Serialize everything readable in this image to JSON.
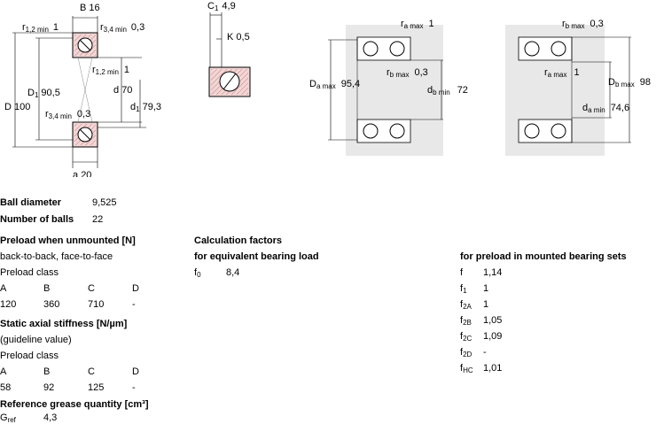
{
  "diagram": {
    "B": "B",
    "B_val": "16",
    "r12": "r",
    "r12_sub": "1,2 min",
    "r12_val": "1",
    "r34": "r",
    "r34_sub": "3,4 min",
    "r34_val": "0,3",
    "r12b_sub": "1,2 min",
    "r12b_val": "1",
    "D": "D",
    "D_val": "100",
    "D1": "D",
    "D1_sub": "1",
    "D1_val": "90,5",
    "d": "d",
    "d_val": "70",
    "d1": "d",
    "d1_sub": "1",
    "d1_val": "79,3",
    "r34b_sub": "3,4 min",
    "r34b_val": "0,3",
    "a": "a",
    "a_val": "20",
    "C1": "C",
    "C1_sub": "1",
    "C1_val": "4,9",
    "K": "K",
    "K_val": "0,5",
    "ra1": "r",
    "ra1_sub": "a max",
    "ra1_val": "1",
    "rb1": "r",
    "rb1_sub": "b max",
    "rb1_val": "0,3",
    "Da": "D",
    "Da_sub": "a max",
    "Da_val": "95,4",
    "db": "d",
    "db_sub": "b min",
    "db_val": "72",
    "rb2": "r",
    "rb2_sub": "b max",
    "rb2_val": "0,3",
    "ra2": "r",
    "ra2_sub": "a max",
    "ra2_val": "1",
    "Db": "D",
    "Db_sub": "b max",
    "Db_val": "98",
    "da": "d",
    "da_sub": "a min",
    "da_val": "74,6"
  },
  "specs": {
    "ball_diameter_label": "Ball diameter",
    "ball_diameter_value": "9,525",
    "number_of_balls_label": "Number of balls",
    "number_of_balls_value": "22",
    "preload_title": "Preload when unmounted [N]",
    "preload_arrangement": "back-to-back, face-to-face",
    "preload_class_label": "Preload class",
    "preload_classes": [
      "A",
      "B",
      "C",
      "D"
    ],
    "preload_values": [
      "120",
      "360",
      "710",
      "-"
    ],
    "stiffness_title": "Static axial stiffness [N/µm]",
    "stiffness_note": "(guideline value)",
    "stiffness_class_label": "Preload class",
    "stiffness_classes": [
      "A",
      "B",
      "C",
      "D"
    ],
    "stiffness_values": [
      "58",
      "92",
      "125",
      "-"
    ],
    "grease_title": "Reference grease quantity [cm³]",
    "grease_symbol": "G",
    "grease_sub": "ref",
    "grease_value": "4,3"
  },
  "calc": {
    "title": "Calculation factors",
    "equiv_title": "for equivalent bearing load",
    "f0_sym": "f",
    "f0_sub": "0",
    "f0_value": "8,4",
    "mounted_title": "for preload in mounted bearing sets",
    "factors": [
      {
        "sym": "f",
        "sub": "",
        "value": "1,14"
      },
      {
        "sym": "f",
        "sub": "1",
        "value": "1"
      },
      {
        "sym": "f",
        "sub": "2A",
        "value": "1"
      },
      {
        "sym": "f",
        "sub": "2B",
        "value": "1,05"
      },
      {
        "sym": "f",
        "sub": "2C",
        "value": "1,09"
      },
      {
        "sym": "f",
        "sub": "2D",
        "value": "-"
      },
      {
        "sym": "f",
        "sub": "HC",
        "value": "1,01"
      }
    ]
  }
}
